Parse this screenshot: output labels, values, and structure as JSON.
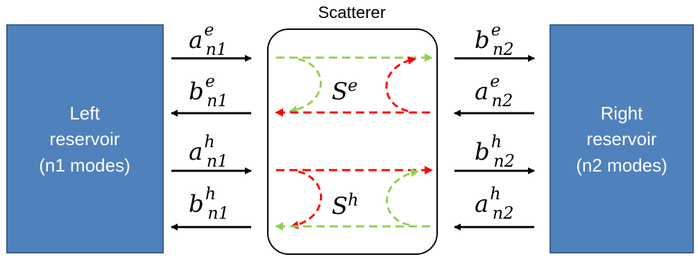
{
  "scatterer": {
    "title": "Scatterer",
    "matrix_e": {
      "base": "S",
      "sup": "e"
    },
    "matrix_h": {
      "base": "S",
      "sup": "h"
    }
  },
  "left_reservoir": {
    "lines": [
      "Left",
      "reservoir",
      "(n1 modes)"
    ]
  },
  "right_reservoir": {
    "lines": [
      "Right",
      "reservoir",
      "(n2 modes)"
    ]
  },
  "left_labels": [
    {
      "base": "a",
      "sup": "e",
      "sub": "n1"
    },
    {
      "base": "b",
      "sup": "e",
      "sub": "n1"
    },
    {
      "base": "a",
      "sup": "h",
      "sub": "n1"
    },
    {
      "base": "b",
      "sup": "h",
      "sub": "n1"
    }
  ],
  "right_labels": [
    {
      "base": "b",
      "sup": "e",
      "sub": "n2"
    },
    {
      "base": "a",
      "sup": "e",
      "sub": "n2"
    },
    {
      "base": "b",
      "sup": "h",
      "sub": "n2"
    },
    {
      "base": "a",
      "sup": "h",
      "sub": "n2"
    }
  ],
  "colors": {
    "reservoir_fill": "#4f81bd",
    "reservoir_border": "#385d8a",
    "electron_path": "#92d050",
    "hole_path": "#ff0000",
    "arrow": "#000000"
  }
}
